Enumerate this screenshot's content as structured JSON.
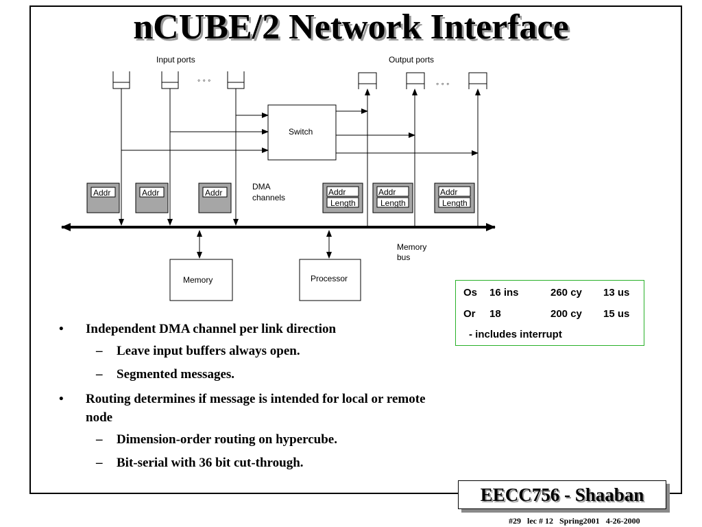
{
  "title": "nCUBE/2 Network Interface",
  "diagram": {
    "input_ports_label": "Input ports",
    "output_ports_label": "Output ports",
    "ellipsis": "◦ ◦ ◦",
    "switch_label": "Switch",
    "dma_label_1": "DMA",
    "dma_label_2": "channels",
    "addr": "Addr",
    "length": "Length",
    "memory_bus_1": "Memory",
    "memory_bus_2": "bus",
    "memory_label": "Memory",
    "processor_label": "Processor"
  },
  "bullets": [
    {
      "text": "Independent DMA channel per link direction",
      "sub": [
        "Leave input buffers always open.",
        "Segmented messages."
      ]
    },
    {
      "text": "Routing determines if message is intended for local or remote node",
      "sub": [
        "Dimension-order routing on hypercube.",
        "Bit-serial with 36 bit cut-through."
      ]
    }
  ],
  "bullet_mark": "•",
  "sub_mark": "–",
  "perf": {
    "rows": [
      {
        "op": "Os",
        "count": "16 ins",
        "cycles": "260 cy",
        "time": "13 us"
      },
      {
        "op": "Or",
        "count": "18",
        "cycles": "200 cy",
        "time": "15 us"
      }
    ],
    "note": "- includes interrupt"
  },
  "footer": {
    "course": "EECC756 - Shaaban",
    "slide": "#29",
    "lecture": "lec # 12",
    "term": "Spring2001",
    "date": "4-26-2000"
  }
}
